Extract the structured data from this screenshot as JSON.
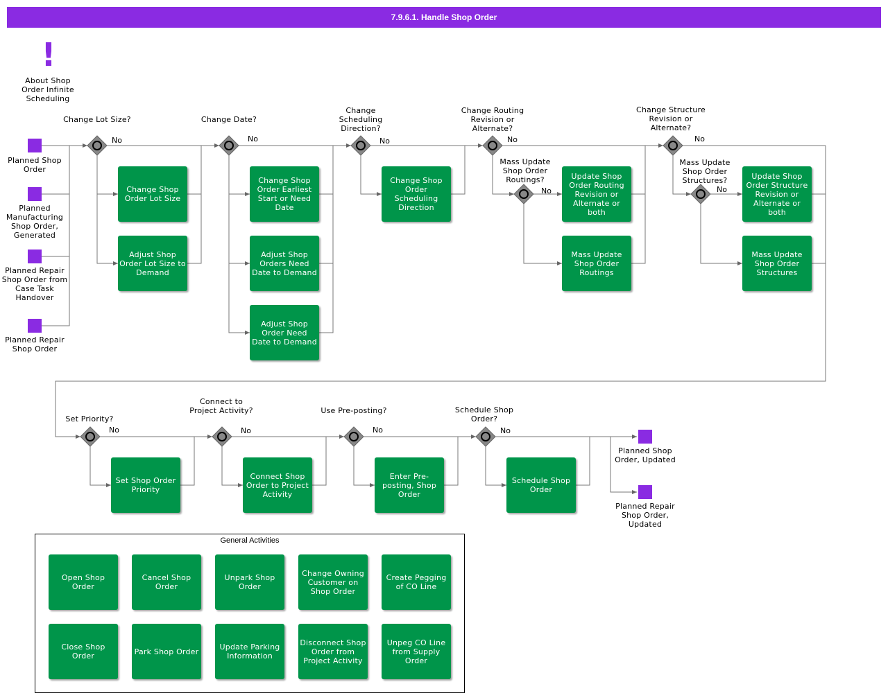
{
  "title": "7.9.6.1. Handle Shop Order",
  "colors": {
    "header": "#8a2be2",
    "task": "#00954a",
    "event": "#8a2be2",
    "gateway": "#888888",
    "line": "#666666"
  },
  "info": {
    "icon": "exclamation-icon",
    "label": "About Shop Order Infinite Scheduling"
  },
  "events": {
    "ev1": "Planned Shop Order",
    "ev2": "Planned Manufacturing Shop Order, Generated",
    "ev3": "Planned Repair Shop Order from Case Task Handover",
    "ev4": "Planned Repair Shop Order",
    "evo1": "Planned Shop Order, Updated",
    "evo2": "Planned Repair Shop Order, Updated"
  },
  "gateways": {
    "g1": "Change Lot Size?",
    "g2": "Change Date?",
    "g3": "Change Scheduling Direction?",
    "g4": "Change Routing Revision or Alternate?",
    "g4b": "Mass Update Shop Order Routings?",
    "g5": "Change Structure Revision or Alternate?",
    "g5b": "Mass Update Shop Order Structures?",
    "g6": "Set Priority?",
    "g7": "Connect to Project Activity?",
    "g8": "Use Pre-posting?",
    "g9": "Schedule Shop Order?"
  },
  "no_label": "No",
  "tasks": {
    "t1": "Change Shop Order Lot Size",
    "t2": "Adjust Shop Order Lot Size to Demand",
    "t3": "Change Shop Order Earliest Start or Need Date",
    "t4": "Adjust Shop Orders Need Date to Demand",
    "t5": "Adjust Shop Order Need Date to Demand",
    "t6": "Change Shop Order Scheduling Direction",
    "t7": "Update Shop Order Routing Revision or Alternate or both",
    "t8": "Mass Update Shop Order Routings",
    "t9": "Update Shop Order Structure Revision or Alternate or both",
    "t10": "Mass Update Shop Order Structures",
    "t11": "Set Shop Order Priority",
    "t12": "Connect Shop Order to Project Activity",
    "t13": "Enter Pre-posting, Shop Order",
    "t14": "Schedule Shop Order"
  },
  "general": {
    "title": "General Activities",
    "items": [
      "Open Shop Order",
      "Cancel Shop Order",
      "Unpark Shop Order",
      "Change Owning Customer on Shop Order",
      "Create Pegging of CO Line",
      "Close Shop Order",
      "Park Shop Order",
      "Update Parking Information",
      "Disconnect Shop Order from Project Activity",
      "Unpeg CO Line from Supply Order"
    ]
  }
}
